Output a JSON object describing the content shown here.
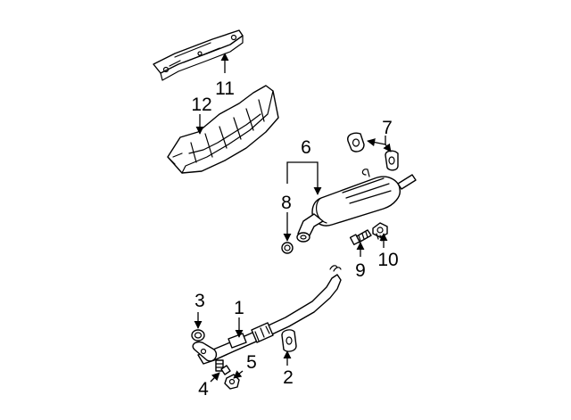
{
  "diagram": {
    "background": "#ffffff",
    "line_color": "#000000",
    "callouts": [
      {
        "id": "c1",
        "label": "1"
      },
      {
        "id": "c2",
        "label": "2"
      },
      {
        "id": "c3",
        "label": "3"
      },
      {
        "id": "c4",
        "label": "4"
      },
      {
        "id": "c5",
        "label": "5"
      },
      {
        "id": "c6",
        "label": "6"
      },
      {
        "id": "c7",
        "label": "7"
      },
      {
        "id": "c8",
        "label": "8"
      },
      {
        "id": "c9",
        "label": "9"
      },
      {
        "id": "c10",
        "label": "10"
      },
      {
        "id": "c11",
        "label": "11"
      },
      {
        "id": "c12",
        "label": "12"
      }
    ]
  }
}
